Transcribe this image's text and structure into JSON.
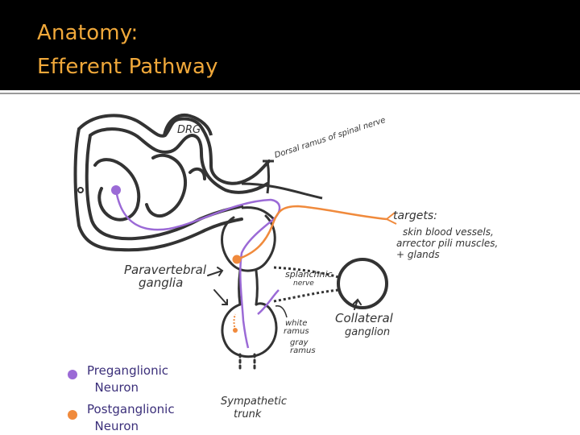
{
  "slide": {
    "title_line1": "Anatomy:",
    "title_line2": "Efferent Pathway"
  },
  "colors": {
    "title": "#f0a83a",
    "header_bg": "#000000",
    "preganglionic": "#9b6ad6",
    "postganglionic": "#f08a3c",
    "outline": "#333333"
  },
  "diagram": {
    "labels": {
      "drg": "DRG",
      "dorsal_ramus": "Dorsal ramus of spinal nerve",
      "targets_title": "targets:",
      "targets_line1": "skin blood vessels,",
      "targets_line2": "arrector pili muscles,",
      "targets_line3": "+ glands",
      "paravertebral_line1": "Paravertebral",
      "paravertebral_line2": "ganglia",
      "splanchnic_line1": "splanchnic",
      "splanchnic_line2": "nerve",
      "collateral_line1": "Collateral",
      "collateral_line2": "ganglion",
      "white_ramus_line1": "white",
      "white_ramus_line2": "ramus",
      "gray_ramus_line1": "gray",
      "gray_ramus_line2": "ramus",
      "sympathetic_trunk_line1": "Sympathetic",
      "sympathetic_trunk_line2": "trunk"
    }
  },
  "legend": {
    "preganglionic_line1": "Preganglionic",
    "preganglionic_line2": "  Neuron",
    "postganglionic_line1": "Postganglionic",
    "postganglionic_line2": "  Neuron"
  }
}
